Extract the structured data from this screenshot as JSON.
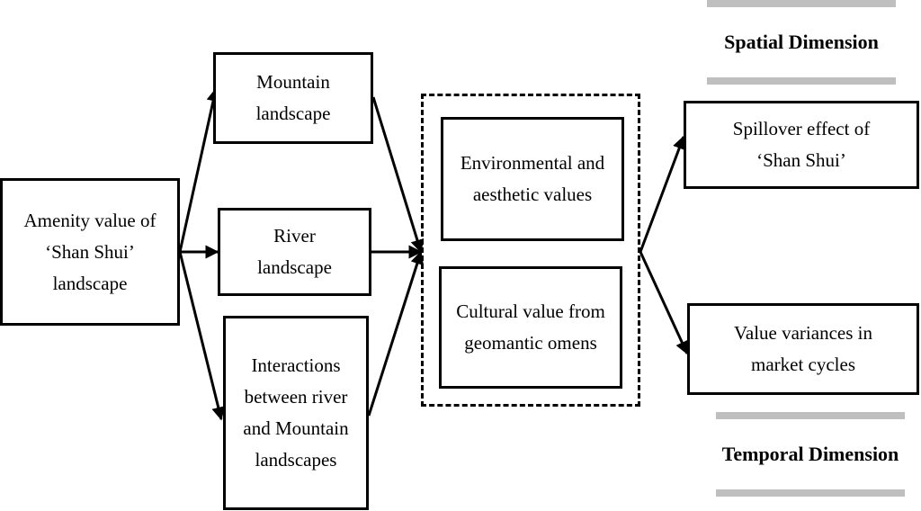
{
  "nodes": {
    "amenity": "Amenity value of ‘Shan Shui’ landscape",
    "mountain": "Mountain landscape",
    "river": "River landscape",
    "interactions": "Interactions between river and Mountain landscapes",
    "environmental": "Environmental and aesthetic values",
    "cultural": "Cultural value from geomantic omens",
    "spillover": "Spillover effect of ‘Shan Shui’",
    "variances": "Value variances in market cycles"
  },
  "labels": {
    "spatial": "Spatial Dimension",
    "temporal": "Temporal Dimension"
  },
  "colors": {
    "line": "#000000",
    "label_band": "#bfbfbf"
  }
}
